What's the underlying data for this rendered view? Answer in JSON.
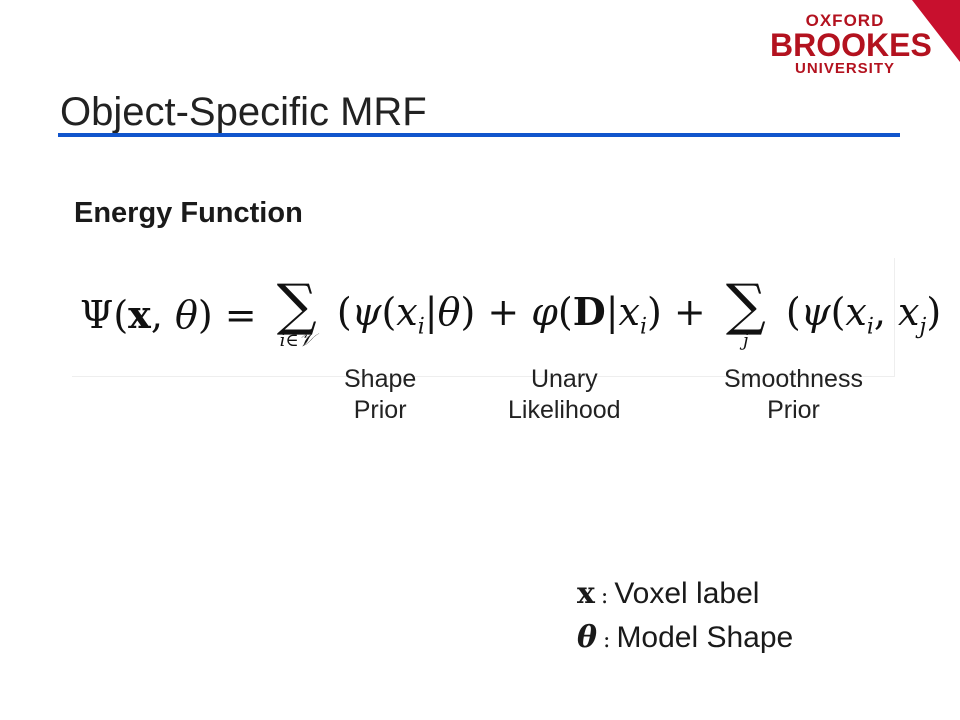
{
  "logo": {
    "line1": "OXFORD",
    "line2": "BROOKES",
    "line3": "UNIVERSITY"
  },
  "slide": {
    "title": "Object-Specific MRF",
    "subtitle": "Energy Function"
  },
  "equation": {
    "lhs": "Ψ(x, θ) =",
    "sum1_sub": "i∈𝒱",
    "term1": "(ψ(xi|θ) + φ(D|xi) +",
    "sum2_sub": "j",
    "term2": "(ψ(xi, xj)"
  },
  "term_labels": {
    "shape": {
      "line1": "Shape",
      "line2": "Prior"
    },
    "unary": {
      "line1": "Unary",
      "line2": "Likelihood"
    },
    "smoothness": {
      "line1": "Smoothness",
      "line2": "Prior"
    }
  },
  "definitions": [
    {
      "symbol": "x",
      "colon": ":",
      "label": "Voxel label"
    },
    {
      "symbol": "θ",
      "colon": ":",
      "label": "Model Shape"
    }
  ],
  "colors": {
    "brand_red": "#c8102e",
    "title_rule_blue": "#1155cc"
  }
}
